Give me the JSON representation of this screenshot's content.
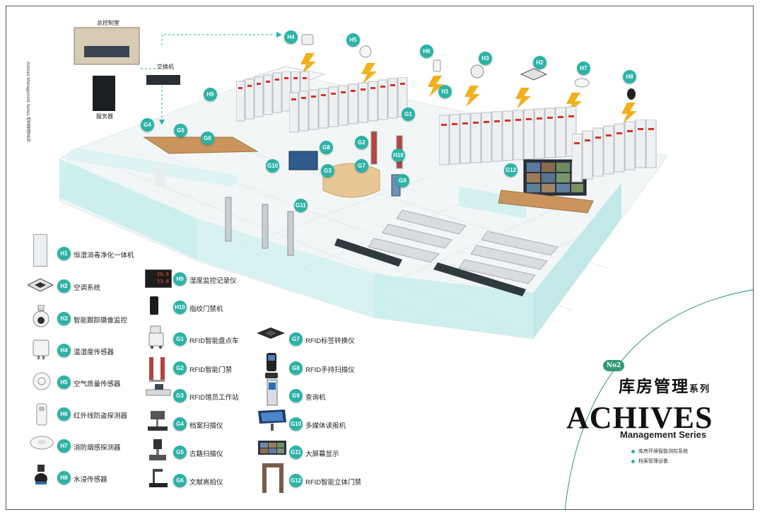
{
  "vertical_caption": "Achives Management Series 档案管理系列",
  "control": {
    "room_label": "总控制室",
    "switch_label": "交换机",
    "server_label": "服务器"
  },
  "scene_badges": [
    "H4",
    "H5",
    "H6",
    "H3",
    "H2",
    "H7",
    "H8",
    "H9",
    "H1",
    "G1",
    "G2",
    "G3",
    "G4",
    "G5",
    "G6",
    "G7",
    "G8",
    "G9",
    "G10",
    "G11",
    "G12",
    "H10"
  ],
  "legend_h": [
    {
      "code": "H1",
      "label": "恒湿消毒净化一体机",
      "icon": "humidifier-cabinet-icon"
    },
    {
      "code": "H2",
      "label": "空调系统",
      "icon": "ceiling-ac-icon"
    },
    {
      "code": "H3",
      "label": "智能跟踪摄像监控",
      "icon": "dome-camera-icon"
    },
    {
      "code": "H4",
      "label": "温湿度传感器",
      "icon": "temp-humidity-sensor-icon"
    },
    {
      "code": "H5",
      "label": "空气质量传感器",
      "icon": "air-quality-sensor-icon"
    },
    {
      "code": "H6",
      "label": "红外线防盗探测器",
      "icon": "infrared-detector-icon"
    },
    {
      "code": "H7",
      "label": "消防烟感探测器",
      "icon": "smoke-detector-icon"
    },
    {
      "code": "H8",
      "label": "水浸传感器",
      "icon": "water-sensor-icon"
    }
  ],
  "legend_mid": [
    {
      "code": "H9",
      "label": "湿度监控记录仪",
      "icon": "humidity-recorder-icon"
    },
    {
      "code": "H10",
      "label": "指纹门禁机",
      "icon": "fingerprint-reader-icon"
    },
    {
      "code": "G1",
      "label": "RFID智能盘点车",
      "icon": "rfid-cart-icon"
    },
    {
      "code": "G2",
      "label": "RFID智能门禁",
      "icon": "rfid-gate-icon"
    },
    {
      "code": "G3",
      "label": "RFID馆员工作站",
      "icon": "rfid-workstation-icon"
    },
    {
      "code": "G4",
      "label": "档案扫描仪",
      "icon": "archive-scanner-icon"
    },
    {
      "code": "G5",
      "label": "古籍扫描仪",
      "icon": "book-scanner-icon"
    },
    {
      "code": "G6",
      "label": "文献高拍仪",
      "icon": "document-camera-icon"
    }
  ],
  "legend_right": [
    {
      "code": "G7",
      "label": "RFID标签转换仪",
      "icon": "rfid-converter-icon"
    },
    {
      "code": "G8",
      "label": "RFID手持扫描仪",
      "icon": "handheld-scanner-icon"
    },
    {
      "code": "G9",
      "label": "查询机",
      "icon": "query-kiosk-icon"
    },
    {
      "code": "G10",
      "label": "多媒体读报机",
      "icon": "newspaper-kiosk-icon"
    },
    {
      "code": "G11",
      "label": "大屏幕显示",
      "icon": "large-screen-icon"
    },
    {
      "code": "G12",
      "label": "RFID智能立体门禁",
      "icon": "rfid-3d-gate-icon"
    }
  ],
  "recorder_readings": [
    "20.9",
    "53.6"
  ],
  "branding": {
    "badge": "No2",
    "title_main": "库房管理",
    "title_suffix": "系列",
    "english_title": "ACHIVES",
    "english_subtitle": "Management Series",
    "bullets": [
      "库房环境智能测控系统",
      "档案管理设备"
    ]
  },
  "colors": {
    "accent": "#2bb3a6",
    "glass": "#bfeceb",
    "floor": "#f4f7f7",
    "shelf": "#e9eaec",
    "shelf_red": "#d9342b",
    "bolt": "#f2b01e",
    "brand_green": "#2e9a75"
  }
}
